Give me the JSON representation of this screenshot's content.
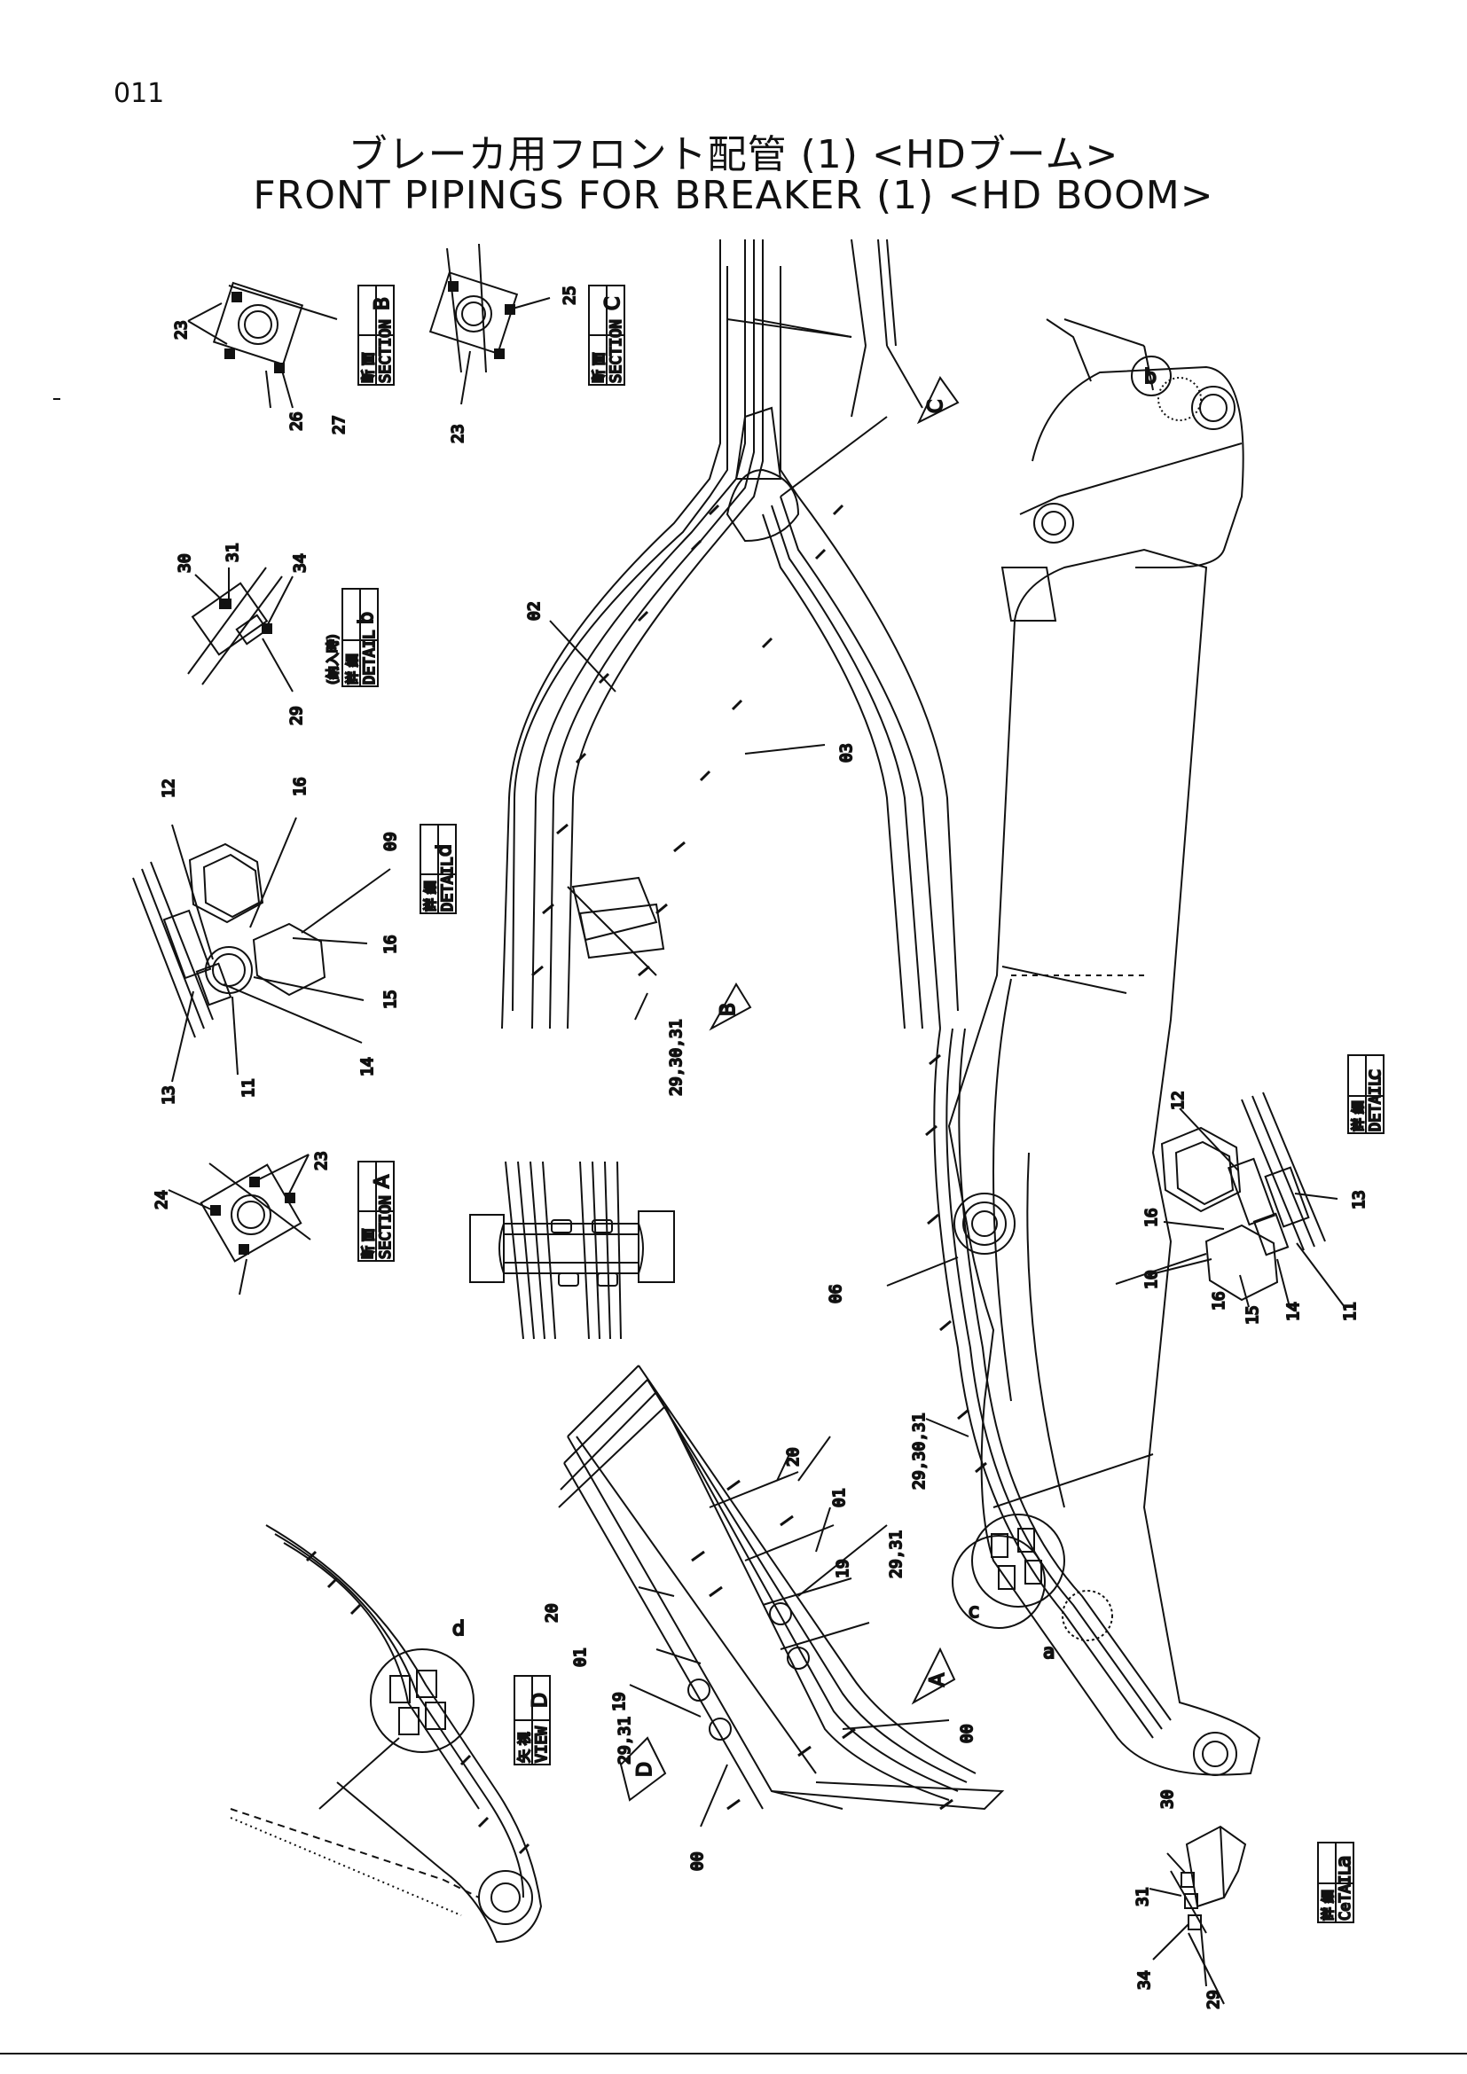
{
  "page": {
    "number": "011"
  },
  "title": {
    "japanese": "ブレーカ用フロント配管 (1) <HDブーム>",
    "english": "FRONT PIPINGS FOR BREAKER (1) <HD BOOM>"
  },
  "view_boxes": {
    "section_b": {
      "jp": "断 面",
      "en": "SECTION",
      "letter": "B"
    },
    "section_c": {
      "jp": "断 面",
      "en": "SECTION",
      "letter": "C"
    },
    "detail_b": {
      "jp": "詳 細",
      "en": "DETAIL",
      "letter": "b",
      "note": "(納入時)"
    },
    "detail_d": {
      "jp": "詳 細",
      "en": "DETAIL",
      "letter": "d"
    },
    "section_a": {
      "jp": "断 面",
      "en": "SECTION",
      "letter": "A"
    },
    "detail_c": {
      "jp": "詳 細",
      "en": "DETAIL",
      "letter": "c"
    },
    "view_d": {
      "jp": "矢 視",
      "en": "VIEW",
      "letter": "D"
    },
    "detail_a": {
      "jp": "詳 細",
      "en": "CeTAIL",
      "letter": "a"
    }
  },
  "section_markers": {
    "a": "A",
    "b": "B",
    "c": "C",
    "d": "D"
  },
  "detail_markers": {
    "a": "a",
    "b": "b",
    "c": "c",
    "d": "d"
  },
  "part_labels": {
    "p23_sb": "23",
    "p26": "26",
    "p27": "27",
    "p25": "25",
    "p23_sc": "23",
    "p30_db": "30",
    "p31_db": "31",
    "p34_db": "34",
    "p29_db": "29",
    "p02": "02",
    "p03": "03",
    "p29_30_31_top": "29,30,31",
    "p12_dd": "12",
    "p16_dd_top": "16",
    "p09": "09",
    "p16_dd": "16",
    "p15_dd": "15",
    "p14_dd": "14",
    "p11_dd": "11",
    "p13_dd": "13",
    "p24": "24",
    "p23_sa": "23",
    "p06": "06",
    "p29_30_31_mid": "29,30,31",
    "p12_dc": "12",
    "p13_dc": "13",
    "p16_dc_top": "16",
    "p10": "10",
    "p16_dc": "16",
    "p15_dc": "15",
    "p14_dc": "14",
    "p11_dc": "11",
    "p20_r": "20",
    "p01_r": "01",
    "p19_r": "19",
    "p29_31_r": "29,31",
    "p20_l": "20",
    "p01_l": "01",
    "p19_l": "19",
    "p29_31_l": "29,31",
    "p00_r": "00",
    "p00_l": "00",
    "p30_da": "30",
    "p31_da": "31",
    "p34_da": "34",
    "p29_da": "29"
  }
}
